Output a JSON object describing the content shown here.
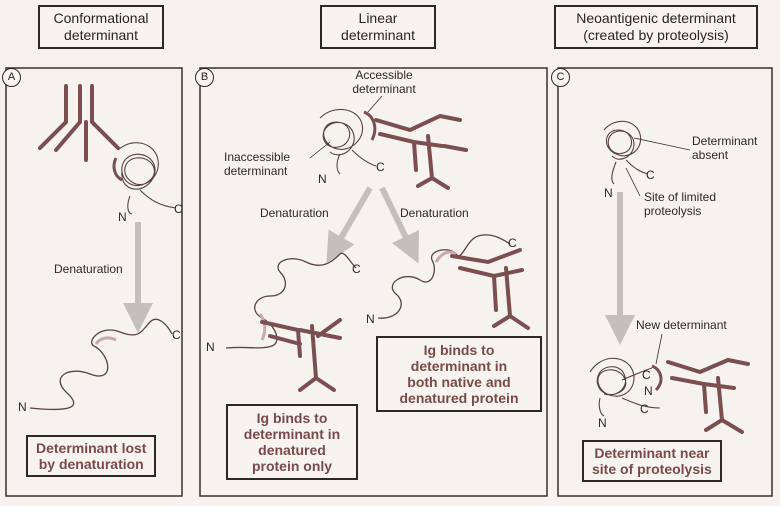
{
  "colors": {
    "antibody": "#7b4f4f",
    "antibody_light": "#c9b8b4",
    "chain": "#5a4340",
    "arrow": "#c4bfbc",
    "frame": "#3a302c"
  },
  "panels": {
    "a": {
      "letter": "A",
      "title_line1": "Conformational",
      "title_line2": "determinant",
      "process_label": "Denaturation",
      "result_line1": "Determinant lost",
      "result_line2": "by denaturation",
      "term_n": "N",
      "term_c": "C",
      "term_n2": "N",
      "term_c2": "C"
    },
    "b": {
      "letter": "B",
      "title_line1": "Linear",
      "title_line2": "determinant",
      "accessible_line1": "Accessible",
      "accessible_line2": "determinant",
      "inaccessible_line1": "Inaccessible",
      "inaccessible_line2": "determinant",
      "process_left": "Denaturation",
      "process_right": "Denaturation",
      "result_left_line1": "Ig binds to",
      "result_left_line2": "determinant in",
      "result_left_line3": "denatured",
      "result_left_line4": "protein only",
      "result_right_line1": "Ig binds to",
      "result_right_line2": "determinant in",
      "result_right_line3": "both native and",
      "result_right_line4": "denatured protein",
      "term_n": "N",
      "term_c": "C",
      "term_n_left": "N",
      "term_c_left": "C",
      "term_n_right": "N",
      "term_c_right": "C"
    },
    "c": {
      "letter": "C",
      "title_line1": "Neoantigenic determinant",
      "title_line2": "(created by proteolysis)",
      "absent_line1": "Determinant",
      "absent_line2": "absent",
      "site_line1": "Site of limited",
      "site_line2": "proteolysis",
      "new_label": "New determinant",
      "result_line1": "Determinant near",
      "result_line2": "site of proteolysis",
      "term_n": "N",
      "term_c": "C",
      "term_c_new": "C",
      "term_n_new": "N",
      "term_n_low": "N",
      "term_c_low": "C"
    }
  }
}
